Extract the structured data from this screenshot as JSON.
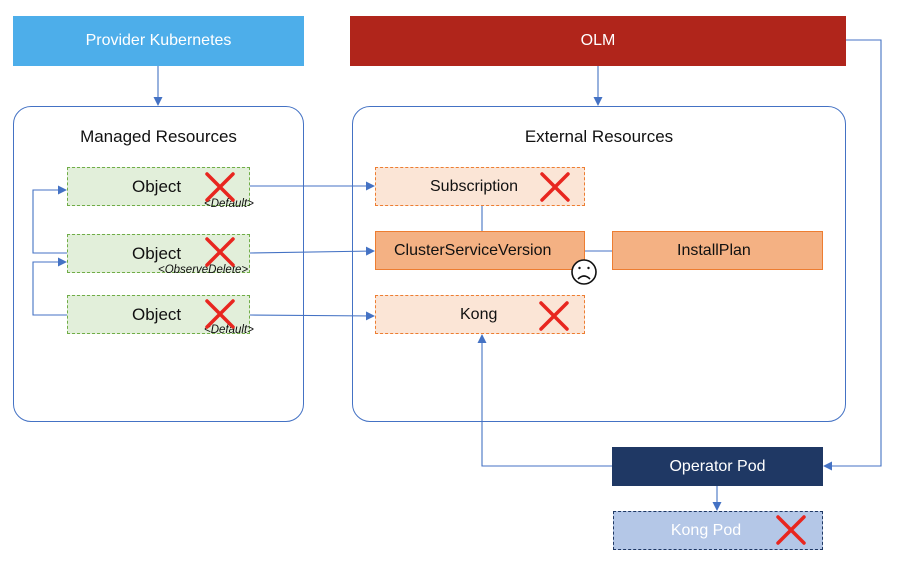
{
  "headers": {
    "provider": "Provider Kubernetes",
    "olm": "OLM"
  },
  "groups": {
    "managed_title": "Managed Resources",
    "external_title": "External Resources"
  },
  "managed": [
    {
      "label": "Object",
      "policy": "<Default>"
    },
    {
      "label": "Object",
      "policy": "<ObserveDelete>"
    },
    {
      "label": "Object",
      "policy": "<Default>"
    }
  ],
  "external": {
    "subscription": "Subscription",
    "csv": "ClusterServiceVersion",
    "installplan": "InstallPlan",
    "kong": "Kong"
  },
  "operator_pod": "Operator Pod",
  "kong_pod": "Kong Pod",
  "colors": {
    "provider": "#4daeea",
    "olm": "#b0251b",
    "operator_pod": "#1f3864",
    "kong_pod": "#b4c7e7",
    "arrow": "#4472c4",
    "cross": "#e8261f"
  }
}
